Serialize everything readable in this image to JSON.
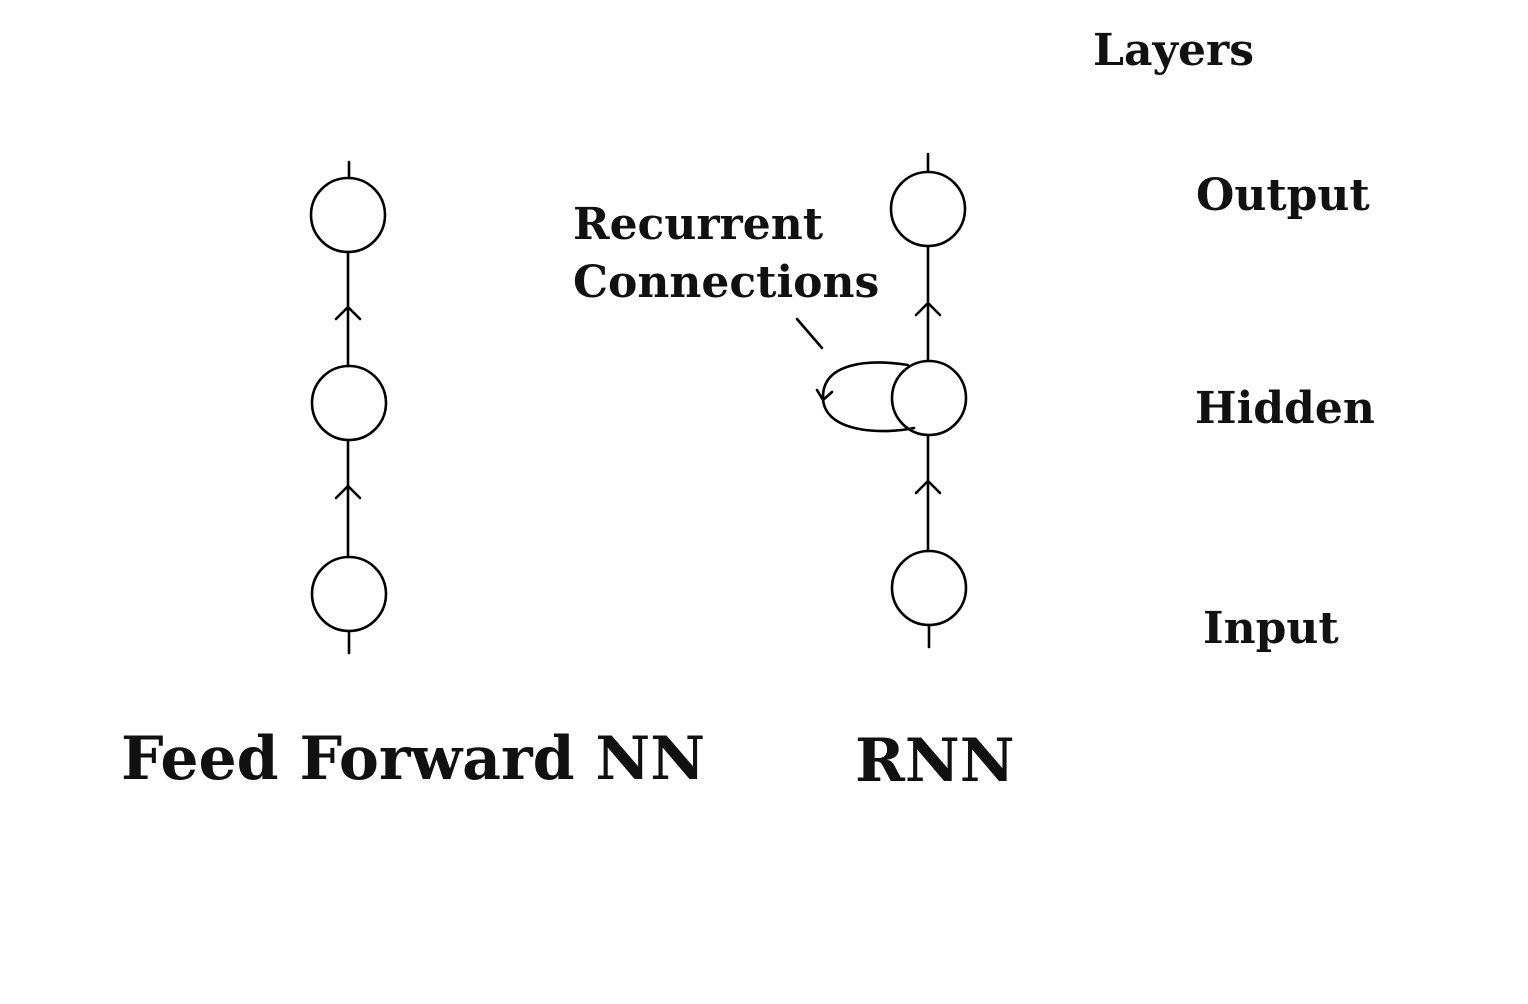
{
  "diagram": {
    "layers_heading": "Layers",
    "layer_labels": {
      "output": "Output",
      "hidden": "Hidden",
      "input": "Input"
    },
    "recurrent_note": {
      "line1": "Recurrent",
      "line2": "Connections"
    },
    "titles": {
      "feed_forward": "Feed Forward NN",
      "rnn": "RNN"
    },
    "colors": {
      "stroke": "#000000",
      "background": "#ffffff"
    }
  }
}
